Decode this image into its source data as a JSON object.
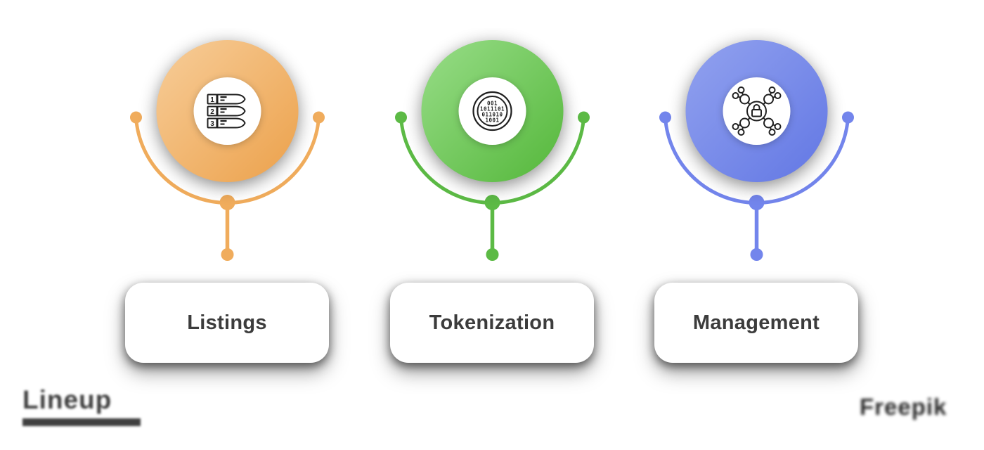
{
  "background": "#ffffff",
  "text_color": "#3C3C3C",
  "icon_stroke": "#1F1F1F",
  "columns": [
    {
      "label": "Listings",
      "icon": "ranked-list-icon",
      "colors": {
        "light": "#F7CD99",
        "base": "#ECA14B",
        "connector": "#F0AC5C"
      }
    },
    {
      "label": "Tokenization",
      "icon": "binary-code-icon",
      "colors": {
        "light": "#98DD88",
        "base": "#54B73A",
        "connector": "#5CBA45"
      }
    },
    {
      "label": "Management",
      "icon": "network-lock-icon",
      "colors": {
        "light": "#92A2EF",
        "base": "#6277E4",
        "connector": "#7385EC"
      }
    }
  ],
  "ranked_list_numbers": [
    "1",
    "2",
    "3"
  ],
  "binary_rows": [
    "001",
    "1011101",
    "011010",
    "1001"
  ],
  "watermarks": {
    "left_text": "Lineup",
    "right_text": "Freepik"
  }
}
